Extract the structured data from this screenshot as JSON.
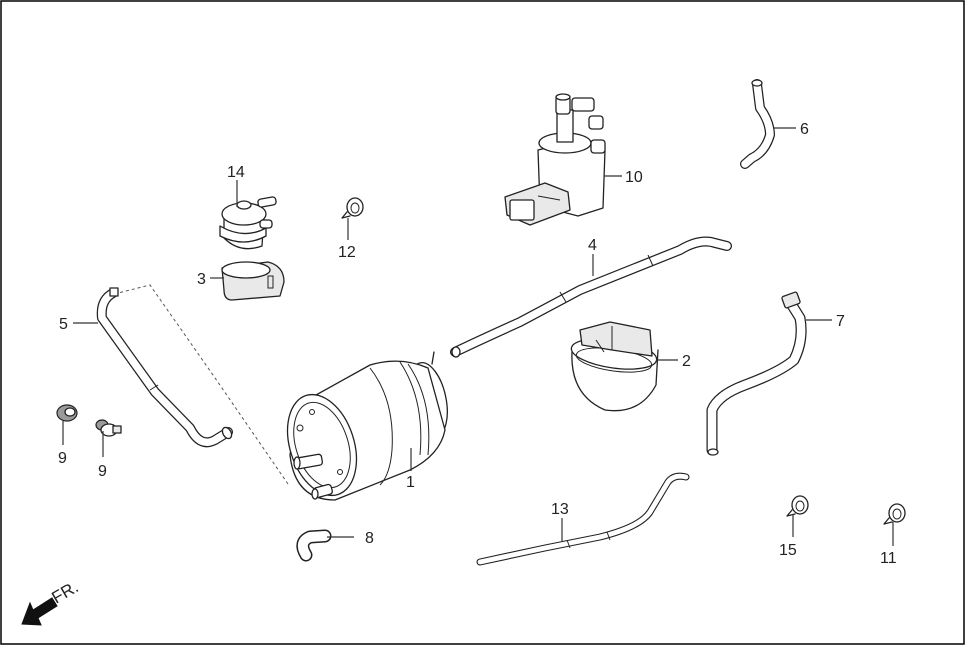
{
  "callouts": {
    "p1": "1",
    "p2": "2",
    "p3": "3",
    "p4": "4",
    "p5": "5",
    "p6": "6",
    "p7": "7",
    "p8": "8",
    "p9a": "9",
    "p9b": "9",
    "p10": "10",
    "p11": "11",
    "p12": "12",
    "p13": "13",
    "p14": "14",
    "p15": "15"
  },
  "direction": {
    "label": "FR.",
    "icon": "front-arrow-icon"
  },
  "colors": {
    "line": "#222222",
    "frame": "#000000",
    "fill_light": "#e9e9e9"
  }
}
